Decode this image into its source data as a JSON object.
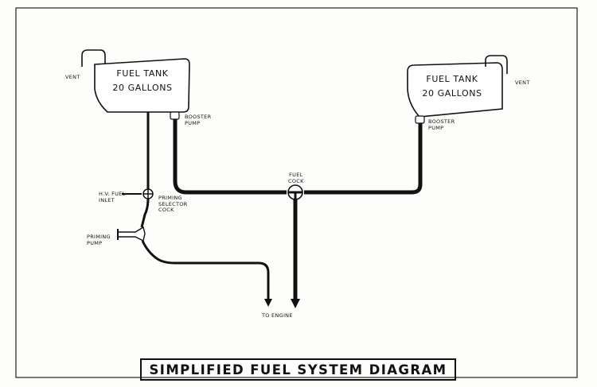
{
  "title": "SIMPLIFIED FUEL SYSTEM DIAGRAM",
  "left_tank": {
    "label": "FUEL TANK\n20 GALLONS",
    "vent": "VENT",
    "pump": "BOOSTER\nPUMP"
  },
  "right_tank": {
    "label": "FUEL TANK\n20 GALLONS",
    "vent": "VENT",
    "pump": "BOOSTER\nPUMP"
  },
  "fuel_cock": "FUEL\nCOCK",
  "hv_fuel_inlet": "H.V. FUEL\nINLET",
  "priming_selector_cock": "PRIMING\nSELECTOR\nCOCK",
  "priming_pump": "PRIMING\nPUMP",
  "to_engine": "TO ENGINE"
}
